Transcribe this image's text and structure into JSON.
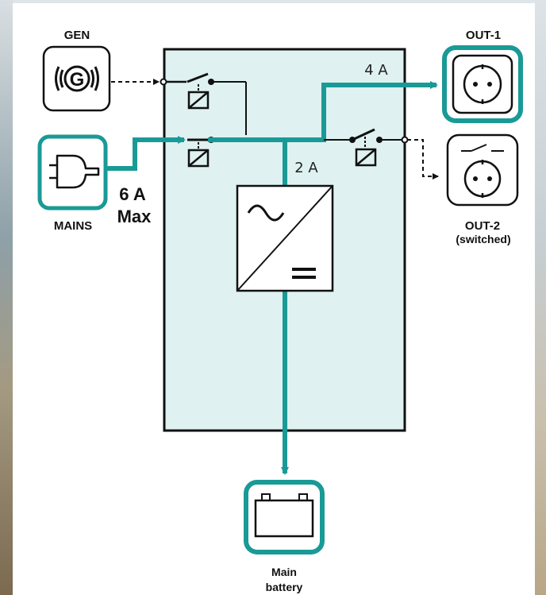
{
  "labels": {
    "gen": "GEN",
    "gen_symbol": "G",
    "mains": "MAINS",
    "mains_current": "6 A",
    "mains_current_note": "Max",
    "out1": "OUT-1",
    "out2": "OUT-2",
    "out2_note": "(switched)",
    "current_out1": "4 A",
    "current_battery": "2 A",
    "battery_line1": "Main",
    "battery_line2": "battery"
  },
  "colors": {
    "accent": "#1a9a96",
    "unit_fill": "#dff1f1",
    "outline": "#111111"
  },
  "icons": [
    "generator-icon",
    "plug-icon",
    "socket-icon",
    "switched-socket-icon",
    "battery-icon",
    "inverter-charger-icon",
    "relay-icon"
  ]
}
